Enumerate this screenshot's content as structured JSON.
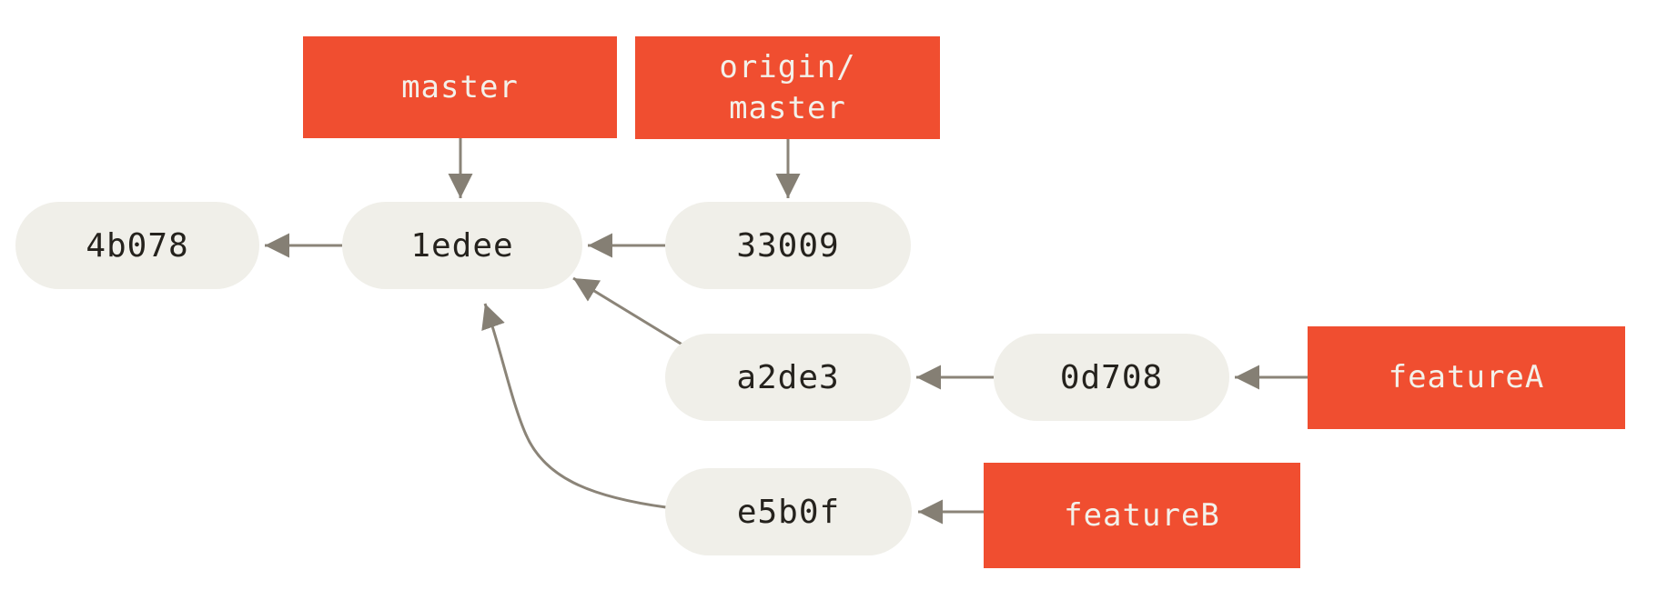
{
  "diagram": {
    "kind": "git-commit-history",
    "colors": {
      "background": "#ffffff",
      "branch_label_bg": "#f04e30",
      "branch_label_text": "#f3f1ea",
      "commit_fill": "#f0efe9",
      "commit_text": "#25221d",
      "arrow": "#8b8478"
    },
    "branch_labels": [
      {
        "name": "master",
        "lines": [
          "master"
        ]
      },
      {
        "name": "origin/master",
        "lines": [
          "origin/",
          "master"
        ]
      },
      {
        "name": "featureA",
        "lines": [
          "featureA"
        ]
      },
      {
        "name": "featureB",
        "lines": [
          "featureB"
        ]
      }
    ],
    "commits": [
      {
        "id": "4b078"
      },
      {
        "id": "1edee"
      },
      {
        "id": "33009"
      },
      {
        "id": "a2de3"
      },
      {
        "id": "0d708"
      },
      {
        "id": "e5b0f"
      }
    ],
    "edges": [
      {
        "from": "master",
        "to": "1edee"
      },
      {
        "from": "origin/master",
        "to": "33009"
      },
      {
        "from": "1edee",
        "to": "4b078"
      },
      {
        "from": "33009",
        "to": "1edee"
      },
      {
        "from": "a2de3",
        "to": "1edee"
      },
      {
        "from": "0d708",
        "to": "a2de3"
      },
      {
        "from": "featureA",
        "to": "0d708"
      },
      {
        "from": "featureB",
        "to": "e5b0f"
      },
      {
        "from": "e5b0f",
        "to": "1edee"
      }
    ]
  }
}
